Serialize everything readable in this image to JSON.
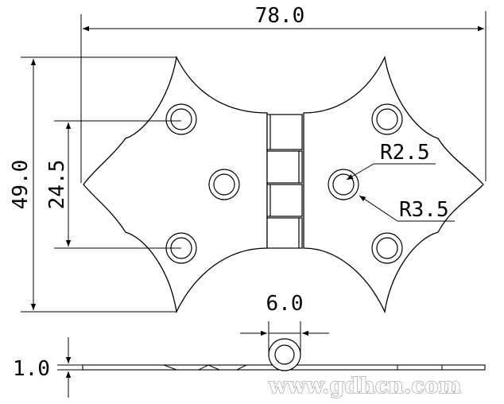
{
  "dimensions": {
    "overall_width": "78.0",
    "overall_height": "49.0",
    "hole_spacing": "24.5",
    "inner_radius": "R2.5",
    "outer_radius": "R3.5",
    "knuckle_width": "6.0",
    "thickness": "1.0"
  },
  "watermark": "www.gdhcn.com"
}
